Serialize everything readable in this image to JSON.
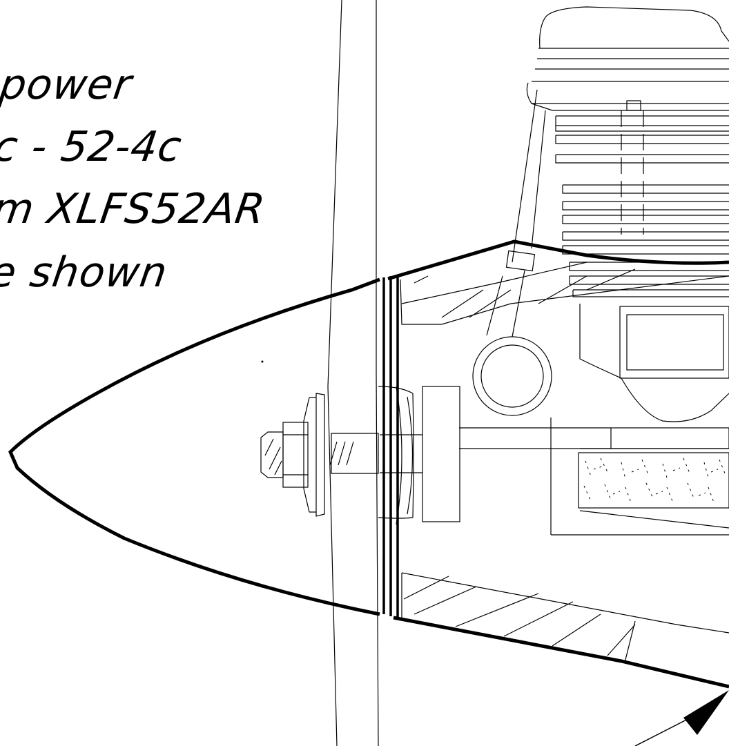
{
  "note": {
    "lines": [
      "power",
      "c - 52-4c",
      "m XLFS52AR",
      "e shown"
    ]
  },
  "colors": {
    "ink": "#000000",
    "paper": "#ffffff",
    "fill_texture": "#ffffff"
  },
  "drawing": {
    "subject": "engine mount cross-section with spinner",
    "icons": [
      "spinner-outline",
      "propeller-blade",
      "prop-nut",
      "engine-cylinder",
      "firewall",
      "leader-arrow"
    ]
  }
}
